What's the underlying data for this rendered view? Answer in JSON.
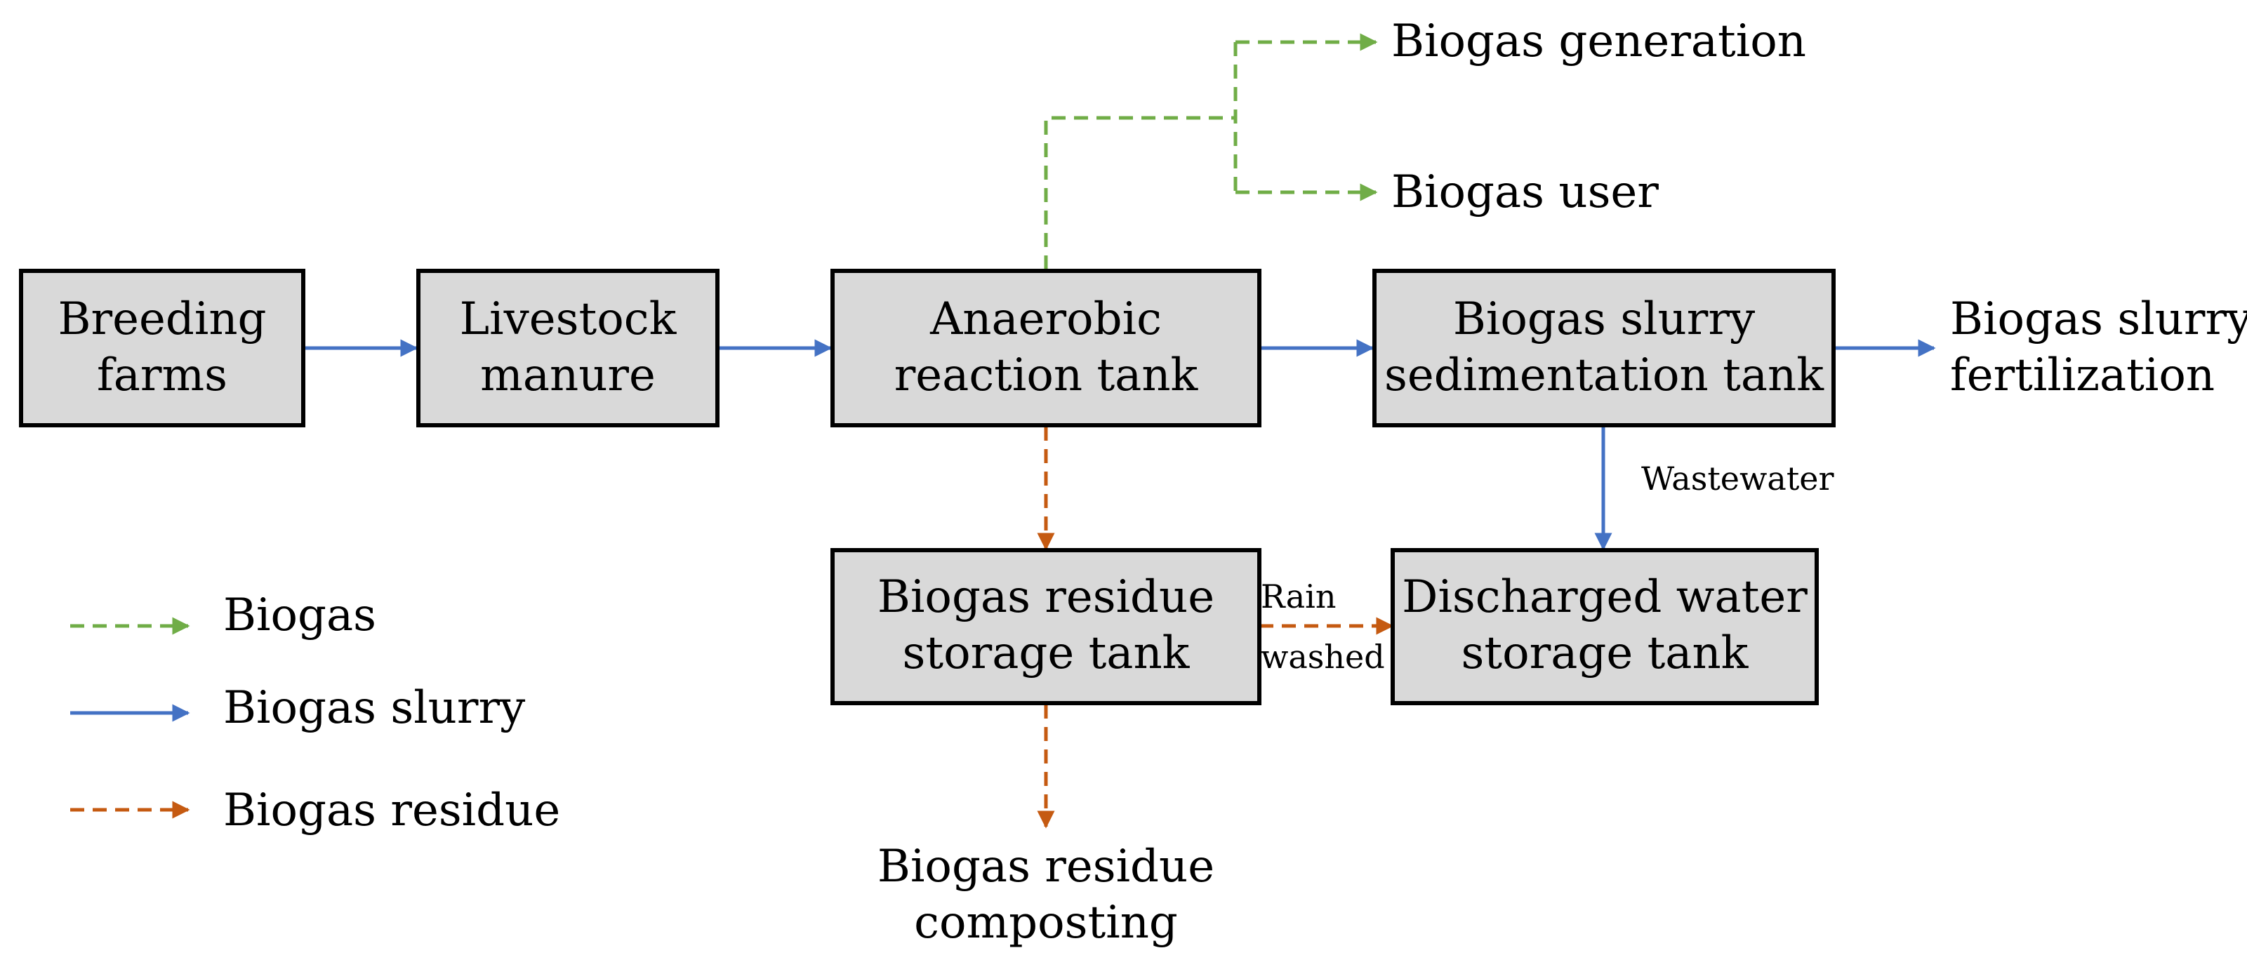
{
  "colors": {
    "biogas": "#70ad47",
    "slurry": "#4472c4",
    "residue": "#c55a11",
    "box_fill": "#d9d9d9",
    "box_stroke": "#000000"
  },
  "nodes": {
    "breeding_farms": [
      "Breeding",
      "farms"
    ],
    "livestock_manure": [
      "Livestock",
      "manure"
    ],
    "anaerobic_tank": [
      "Anaerobic",
      "reaction tank"
    ],
    "slurry_sedimentation_tank": [
      "Biogas slurry",
      "sedimentation tank"
    ],
    "residue_storage_tank": [
      "Biogas residue",
      "storage tank"
    ],
    "discharged_water_tank": [
      "Discharged water",
      "storage tank"
    ]
  },
  "outputs": {
    "biogas_generation": "Biogas generation",
    "biogas_user": "Biogas user",
    "slurry_fertilization": [
      "Biogas slurry",
      "fertilization"
    ],
    "residue_composting": [
      "Biogas residue",
      "composting"
    ]
  },
  "edge_labels": {
    "wastewater": "Wastewater",
    "rain_washed": [
      "Rain",
      "washed"
    ]
  },
  "legend": [
    {
      "key": "biogas",
      "label": "Biogas",
      "style": "dashed"
    },
    {
      "key": "slurry",
      "label": "Biogas slurry",
      "style": "solid"
    },
    {
      "key": "residue",
      "label": "Biogas residue",
      "style": "dashed"
    }
  ]
}
